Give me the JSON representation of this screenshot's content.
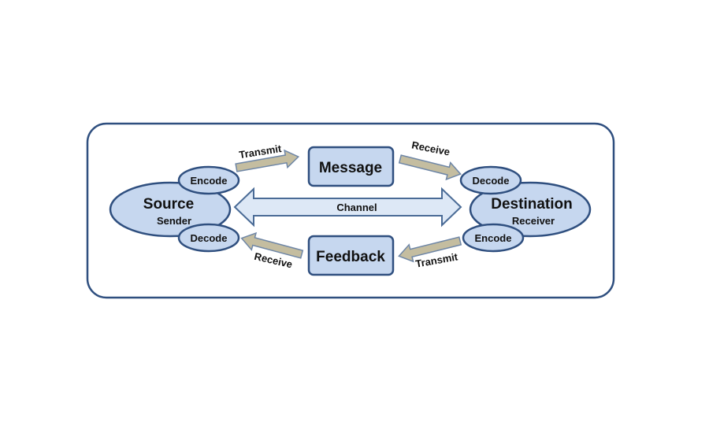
{
  "diagram": {
    "colors": {
      "frame_stroke": "#2f4f7f",
      "node_fill": "#c6d7ef",
      "node_stroke": "#2f4f7f",
      "arrow_fill": "#c4bda0",
      "arrow_stroke": "#6e86a6",
      "channel_fill": "#dde8f6",
      "channel_stroke": "#4a6b96"
    },
    "source": {
      "title": "Source",
      "subtitle": "Sender"
    },
    "destination": {
      "title": "Destination",
      "subtitle": "Receiver"
    },
    "source_encode": "Encode",
    "source_decode": "Decode",
    "dest_decode": "Decode",
    "dest_encode": "Encode",
    "message": "Message",
    "feedback": "Feedback",
    "channel": "Channel",
    "arrows": {
      "transmit_top": "Transmit",
      "receive_top": "Receive",
      "receive_bottom": "Receive",
      "transmit_bottom": "Transmit"
    }
  }
}
